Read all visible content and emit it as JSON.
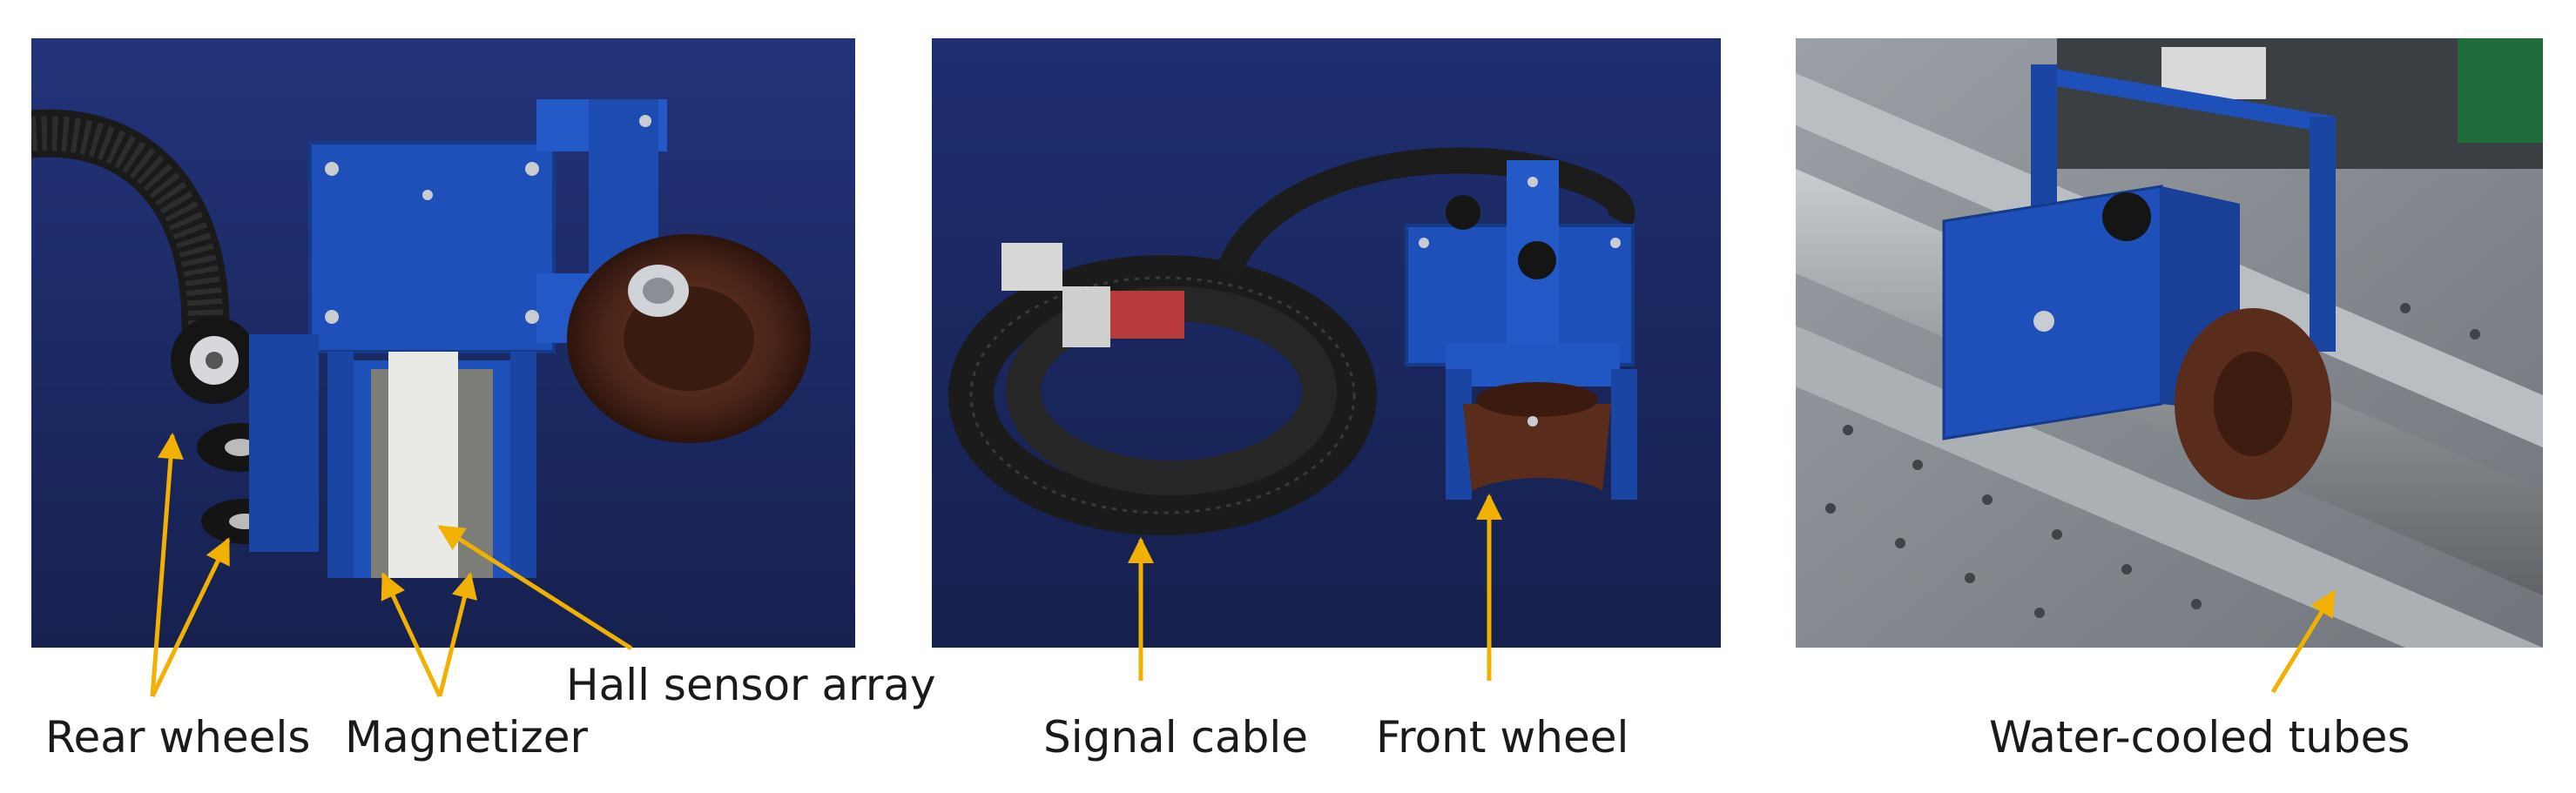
{
  "panels": [
    {
      "id": "robot-detail",
      "labels": {
        "rear_wheels": "Rear wheels",
        "magnetizer": "Magnetizer",
        "hall_sensor_array": "Hall sensor array"
      }
    },
    {
      "id": "robot-with-cable",
      "labels": {
        "signal_cable": "Signal cable",
        "front_wheel": "Front wheel"
      }
    },
    {
      "id": "robot-on-tubes",
      "labels": {
        "water_cooled_tubes": "Water-cooled tubes"
      }
    }
  ],
  "colors": {
    "arrow": "#f2b100",
    "backdrop": "#1c2a66",
    "robot_blue": "#1f4fb8",
    "tube_gray": "#8a8f94"
  }
}
